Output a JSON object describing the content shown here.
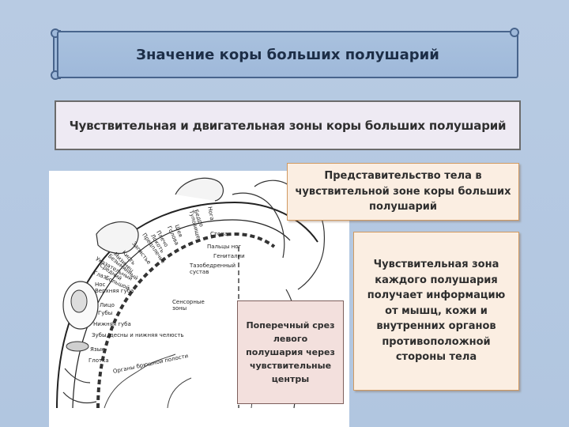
{
  "slide": {
    "title": "Значение коры больших полушарий",
    "subtitle": "Чувствительная и двигательная зоны коры больших полушарий"
  },
  "boxes": {
    "representation": "Представительство тела в чувствительной зоне коры больших полушарий",
    "sensory_zone": "Чувствительная зона каждого полушария получает информацию от мышц, кожи и внутренних органов противоположной стороны тела",
    "cross_section": "Поперечный срез левого полушария через чувствительные центры"
  },
  "diagram": {
    "labels": {
      "hip": "Бедро",
      "trunk": "Туловище",
      "neck": "Шея",
      "head": "Голова",
      "shoulder": "Плечо",
      "elbow": "Локоть",
      "forearm": "Предплечье",
      "wrist": "Запястье",
      "hand": "Кисть",
      "little_finger": "Мизинец",
      "ring_finger": "Безымянный",
      "middle_finger": "Средний",
      "index_finger": "Указательный",
      "thumb": "Большой",
      "eye": "Глаз",
      "nose": "Нос",
      "face": "Лицо",
      "upper_lip": "Верхняя губа",
      "lips": "Губы",
      "lower_lip": "Нижняя губа",
      "teeth": "Зубы, десны и нижняя челюсть",
      "tongue": "Язык",
      "pharynx": "Глотка",
      "abdominal": "Органы брюшной полости",
      "leg": "Нога",
      "foot": "Стопа",
      "toes": "Пальцы ног",
      "genitals": "Гениталии",
      "hip_joint": "Тазобедренный сустав",
      "sensory_zones": "Сенсорные зоны"
    }
  }
}
